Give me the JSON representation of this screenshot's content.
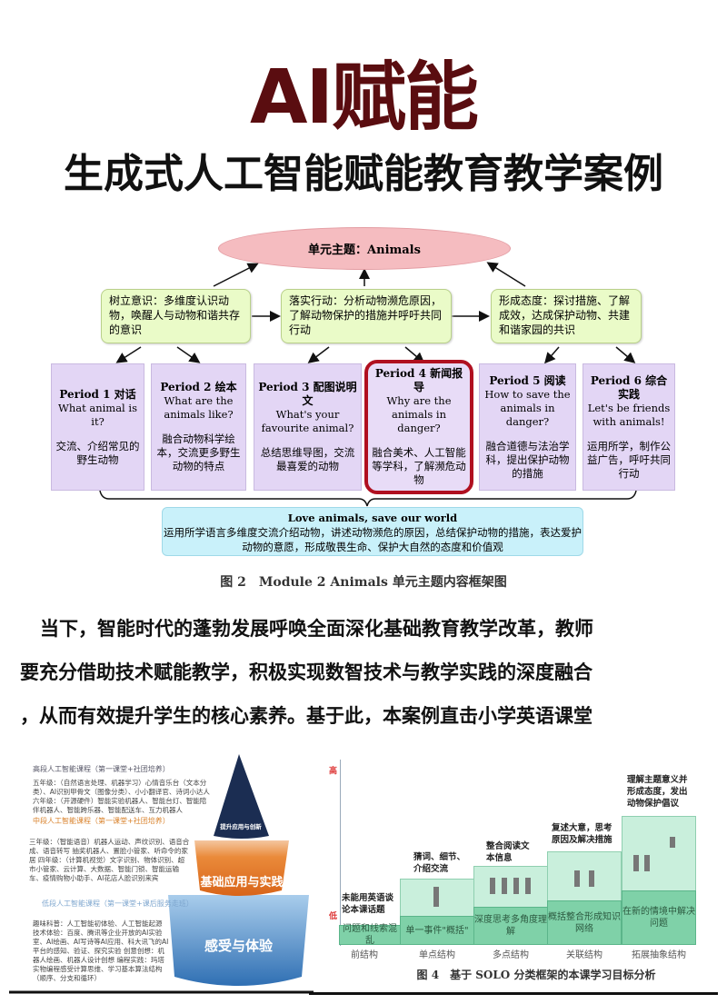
{
  "header": {
    "title": "AI赋能",
    "subtitle": "生成式人工智能赋能教育教学案例"
  },
  "figure2": {
    "theme": "单元主题：Animals",
    "goals": [
      "树立意识：多维度认识动物，唤醒人与动物和谐共存的意识",
      "落实行动：分析动物濒危原因，了解动物保护的措施并呼吁共同行动",
      "形成态度：探讨措施、了解成效，达成保护动物、共建和谐家园的共识"
    ],
    "periods": [
      {
        "title": "Period 1 对话",
        "question": "What animal is it?",
        "desc": "交流、介绍常见的野生动物"
      },
      {
        "title": "Period 2 绘本",
        "question": "What are the animals like?",
        "desc": "融合动物科学绘本，交流更多野生动物的特点"
      },
      {
        "title": "Period 3 配图说明文",
        "question": "What's your favourite animal?",
        "desc": "总结思维导图，交流最喜爱的动物"
      },
      {
        "title": "Period 4 新闻报导",
        "question": "Why are the animals in danger?",
        "desc": "融合美术、人工智能等学科，了解濒危动物"
      },
      {
        "title": "Period 5 阅读",
        "question": "How to save the animals in danger?",
        "desc": "融合道德与法治学科，提出保护动物的措施"
      },
      {
        "title": "Period 6 综合实践",
        "question": "Let's be friends with animals!",
        "desc": "运用所学，制作公益广告，呼吁共同行动"
      }
    ],
    "summary_title": "Love animals, save our world",
    "summary_text": "运用所学语言多维度交流介绍动物，讲述动物濒危的原因，总结保护动物的措施，表达爱护动物的意愿，形成敬畏生命、保护大自然的态度和价值观",
    "caption": "图 2　Module 2 Animals 单元主题内容框架图",
    "highlight_color": "#b01020"
  },
  "body": {
    "lines": [
      "当下，智能时代的蓬勃发展呼唤全面深化基础教育教学改革，教师",
      "要充分借助技术赋能教学，积极实现数智技术与教学实践的深度融合",
      "，从而有效提升学生的核心素养。基于此，本案例直击小学英语课堂"
    ]
  },
  "pyramid": {
    "levels": [
      "提升应用与创新",
      "基础应用与实践",
      "感受与体验"
    ],
    "high_title": "高段人工智能课程（第一课堂+社团培养）",
    "high_text": "五年级：（自然语言处理、机器学习）心情音乐台（文本分类）、AI识别甲骨文（图像分类）、小小翻译官、诗词小达人 六年级：（开源硬件）智能实验机器人、智能台灯、智能陪伴机器人、智能跨乐器、智能配送车、互力机器人",
    "mid_title": "中段人工智能课程（第一课堂+社团培养）",
    "mid_text": "三年级：（智能语音）机器人运动、声纹识别、语音合成、语音转写 抽奖机器人、置脸小管家、听命令的家居 四年级：（计算机视觉）文字识别、物体识别、超市小管家、云计算、大数据、智能门锁、智能运输车、疫情购物小助手、AI花店人脸识别来宾",
    "low_title": "低段人工智能课程（第一课堂+课后服务走班）",
    "low_text": "趣味科普：人工智能初体验、人工智能起源 技术体验：百度、腾讯等企业开放的AI实验室、AI绘画、AI写诗等AI应用、科大讯飞的AI平台的感知、验证、探究实验 创意创想：机器人绘画、机器人设计创想 编程实践：玛塔实物编程感受计算思维、学习基本算法结构（顺序、分支和循环）"
  },
  "solo": {
    "y_high": "高",
    "y_low": "低",
    "levels": [
      {
        "name": "前结构",
        "box": "问题和线索混乱",
        "note": "未能用英语谈论本课话题"
      },
      {
        "name": "单点结构",
        "box": "单一事件\"概括\"",
        "note": "猜词、细节、介绍交流"
      },
      {
        "name": "多点结构",
        "box": "深度思考多角度理解",
        "note": "整合阅读文本信息"
      },
      {
        "name": "关联结构",
        "box": "概括整合形成知识网络",
        "note": "复述大意，思考原因及解决措施"
      },
      {
        "name": "拓展抽象结构",
        "box": "在新的情境中解决问题",
        "note": "理解主题意义并形成态度，发出动物保护倡议"
      }
    ],
    "caption": "图 4　基于 SOLO 分类框架的本课学习目标分析"
  }
}
